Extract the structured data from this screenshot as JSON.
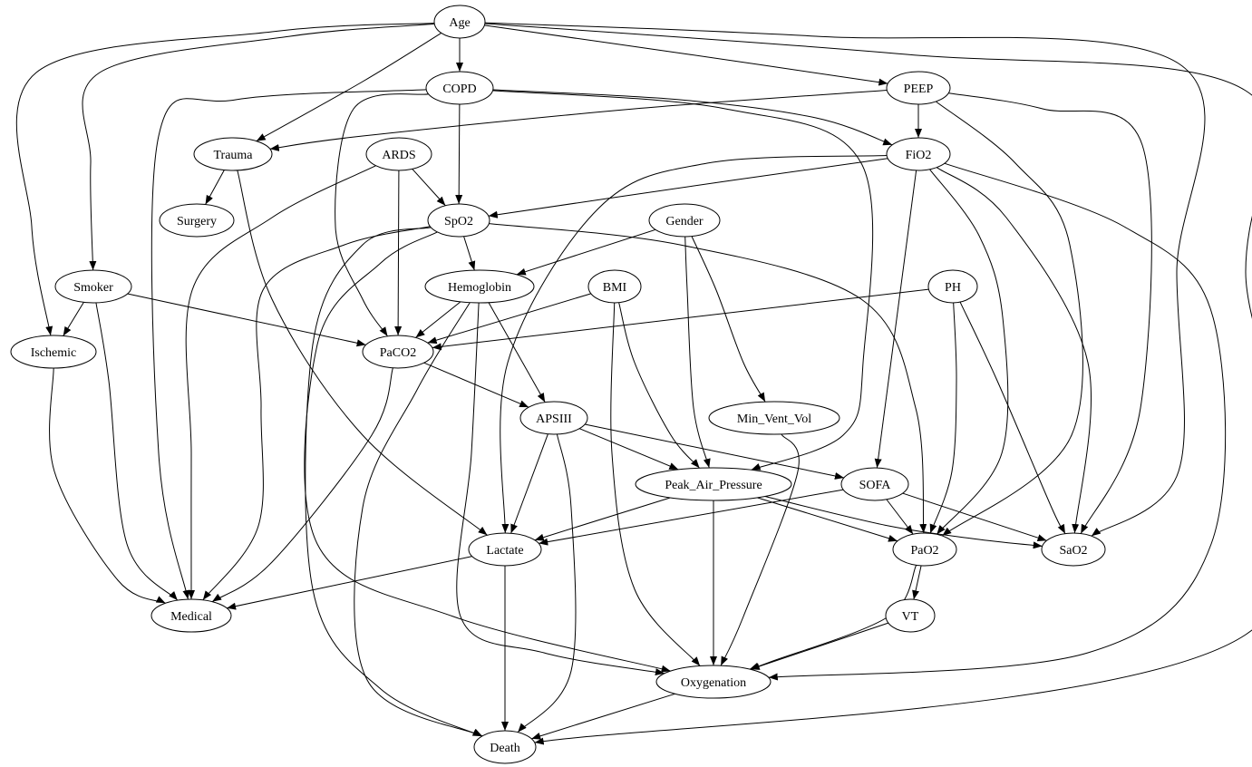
{
  "graph": {
    "nodes": [
      {
        "id": "age",
        "label": "Age"
      },
      {
        "id": "copd",
        "label": "COPD"
      },
      {
        "id": "peep",
        "label": "PEEP"
      },
      {
        "id": "trauma",
        "label": "Trauma"
      },
      {
        "id": "ards",
        "label": "ARDS"
      },
      {
        "id": "fio2",
        "label": "FiO2"
      },
      {
        "id": "surgery",
        "label": "Surgery"
      },
      {
        "id": "spo2",
        "label": "SpO2"
      },
      {
        "id": "gender",
        "label": "Gender"
      },
      {
        "id": "smoker",
        "label": "Smoker"
      },
      {
        "id": "hemoglobin",
        "label": "Hemoglobin"
      },
      {
        "id": "bmi",
        "label": "BMI"
      },
      {
        "id": "ph",
        "label": "PH"
      },
      {
        "id": "ischemic",
        "label": "Ischemic"
      },
      {
        "id": "paco2",
        "label": "PaCO2"
      },
      {
        "id": "apsiii",
        "label": "APSIII"
      },
      {
        "id": "minvent",
        "label": "Min_Vent_Vol"
      },
      {
        "id": "pap",
        "label": "Peak_Air_Pressure"
      },
      {
        "id": "sofa",
        "label": "SOFA"
      },
      {
        "id": "lactate",
        "label": "Lactate"
      },
      {
        "id": "pao2",
        "label": "PaO2"
      },
      {
        "id": "sao2",
        "label": "SaO2"
      },
      {
        "id": "medical",
        "label": "Medical"
      },
      {
        "id": "vt",
        "label": "VT"
      },
      {
        "id": "oxygenation",
        "label": "Oxygenation"
      },
      {
        "id": "death",
        "label": "Death"
      }
    ],
    "edges": [
      {
        "from": "age",
        "to": "copd"
      },
      {
        "from": "age",
        "to": "trauma"
      },
      {
        "from": "age",
        "to": "peep"
      },
      {
        "from": "age",
        "to": "smoker"
      },
      {
        "from": "age",
        "to": "ischemic"
      },
      {
        "from": "age",
        "to": "sao2"
      },
      {
        "from": "age",
        "to": "death"
      },
      {
        "from": "copd",
        "to": "spo2"
      },
      {
        "from": "copd",
        "to": "paco2"
      },
      {
        "from": "copd",
        "to": "fio2"
      },
      {
        "from": "copd",
        "to": "medical"
      },
      {
        "from": "copd",
        "to": "pap"
      },
      {
        "from": "peep",
        "to": "fio2"
      },
      {
        "from": "peep",
        "to": "trauma"
      },
      {
        "from": "peep",
        "to": "sao2"
      },
      {
        "from": "peep",
        "to": "pao2"
      },
      {
        "from": "trauma",
        "to": "surgery"
      },
      {
        "from": "trauma",
        "to": "lactate"
      },
      {
        "from": "ards",
        "to": "spo2"
      },
      {
        "from": "ards",
        "to": "paco2"
      },
      {
        "from": "ards",
        "to": "medical"
      },
      {
        "from": "fio2",
        "to": "spo2"
      },
      {
        "from": "fio2",
        "to": "sofa"
      },
      {
        "from": "fio2",
        "to": "pao2"
      },
      {
        "from": "fio2",
        "to": "sao2"
      },
      {
        "from": "fio2",
        "to": "lactate"
      },
      {
        "from": "fio2",
        "to": "oxygenation"
      },
      {
        "from": "spo2",
        "to": "hemoglobin"
      },
      {
        "from": "spo2",
        "to": "pao2"
      },
      {
        "from": "spo2",
        "to": "medical"
      },
      {
        "from": "spo2",
        "to": "oxygenation"
      },
      {
        "from": "spo2",
        "to": "death"
      },
      {
        "from": "gender",
        "to": "hemoglobin"
      },
      {
        "from": "gender",
        "to": "pap"
      },
      {
        "from": "gender",
        "to": "minvent"
      },
      {
        "from": "smoker",
        "to": "ischemic"
      },
      {
        "from": "smoker",
        "to": "paco2"
      },
      {
        "from": "smoker",
        "to": "medical"
      },
      {
        "from": "hemoglobin",
        "to": "paco2"
      },
      {
        "from": "hemoglobin",
        "to": "apsiii"
      },
      {
        "from": "hemoglobin",
        "to": "death"
      },
      {
        "from": "hemoglobin",
        "to": "oxygenation"
      },
      {
        "from": "bmi",
        "to": "paco2"
      },
      {
        "from": "bmi",
        "to": "pap"
      },
      {
        "from": "bmi",
        "to": "oxygenation"
      },
      {
        "from": "ph",
        "to": "paco2"
      },
      {
        "from": "ph",
        "to": "pao2"
      },
      {
        "from": "ph",
        "to": "sao2"
      },
      {
        "from": "ischemic",
        "to": "medical"
      },
      {
        "from": "paco2",
        "to": "apsiii"
      },
      {
        "from": "paco2",
        "to": "medical"
      },
      {
        "from": "apsiii",
        "to": "pap"
      },
      {
        "from": "apsiii",
        "to": "sofa"
      },
      {
        "from": "apsiii",
        "to": "lactate"
      },
      {
        "from": "apsiii",
        "to": "death"
      },
      {
        "from": "minvent",
        "to": "oxygenation"
      },
      {
        "from": "pap",
        "to": "lactate"
      },
      {
        "from": "pap",
        "to": "pao2"
      },
      {
        "from": "pap",
        "to": "sao2"
      },
      {
        "from": "pap",
        "to": "oxygenation"
      },
      {
        "from": "sofa",
        "to": "lactate"
      },
      {
        "from": "sofa",
        "to": "pao2"
      },
      {
        "from": "sofa",
        "to": "sao2"
      },
      {
        "from": "lactate",
        "to": "medical"
      },
      {
        "from": "lactate",
        "to": "death"
      },
      {
        "from": "pao2",
        "to": "vt"
      },
      {
        "from": "pao2",
        "to": "oxygenation"
      },
      {
        "from": "vt",
        "to": "oxygenation"
      },
      {
        "from": "oxygenation",
        "to": "death"
      }
    ]
  }
}
